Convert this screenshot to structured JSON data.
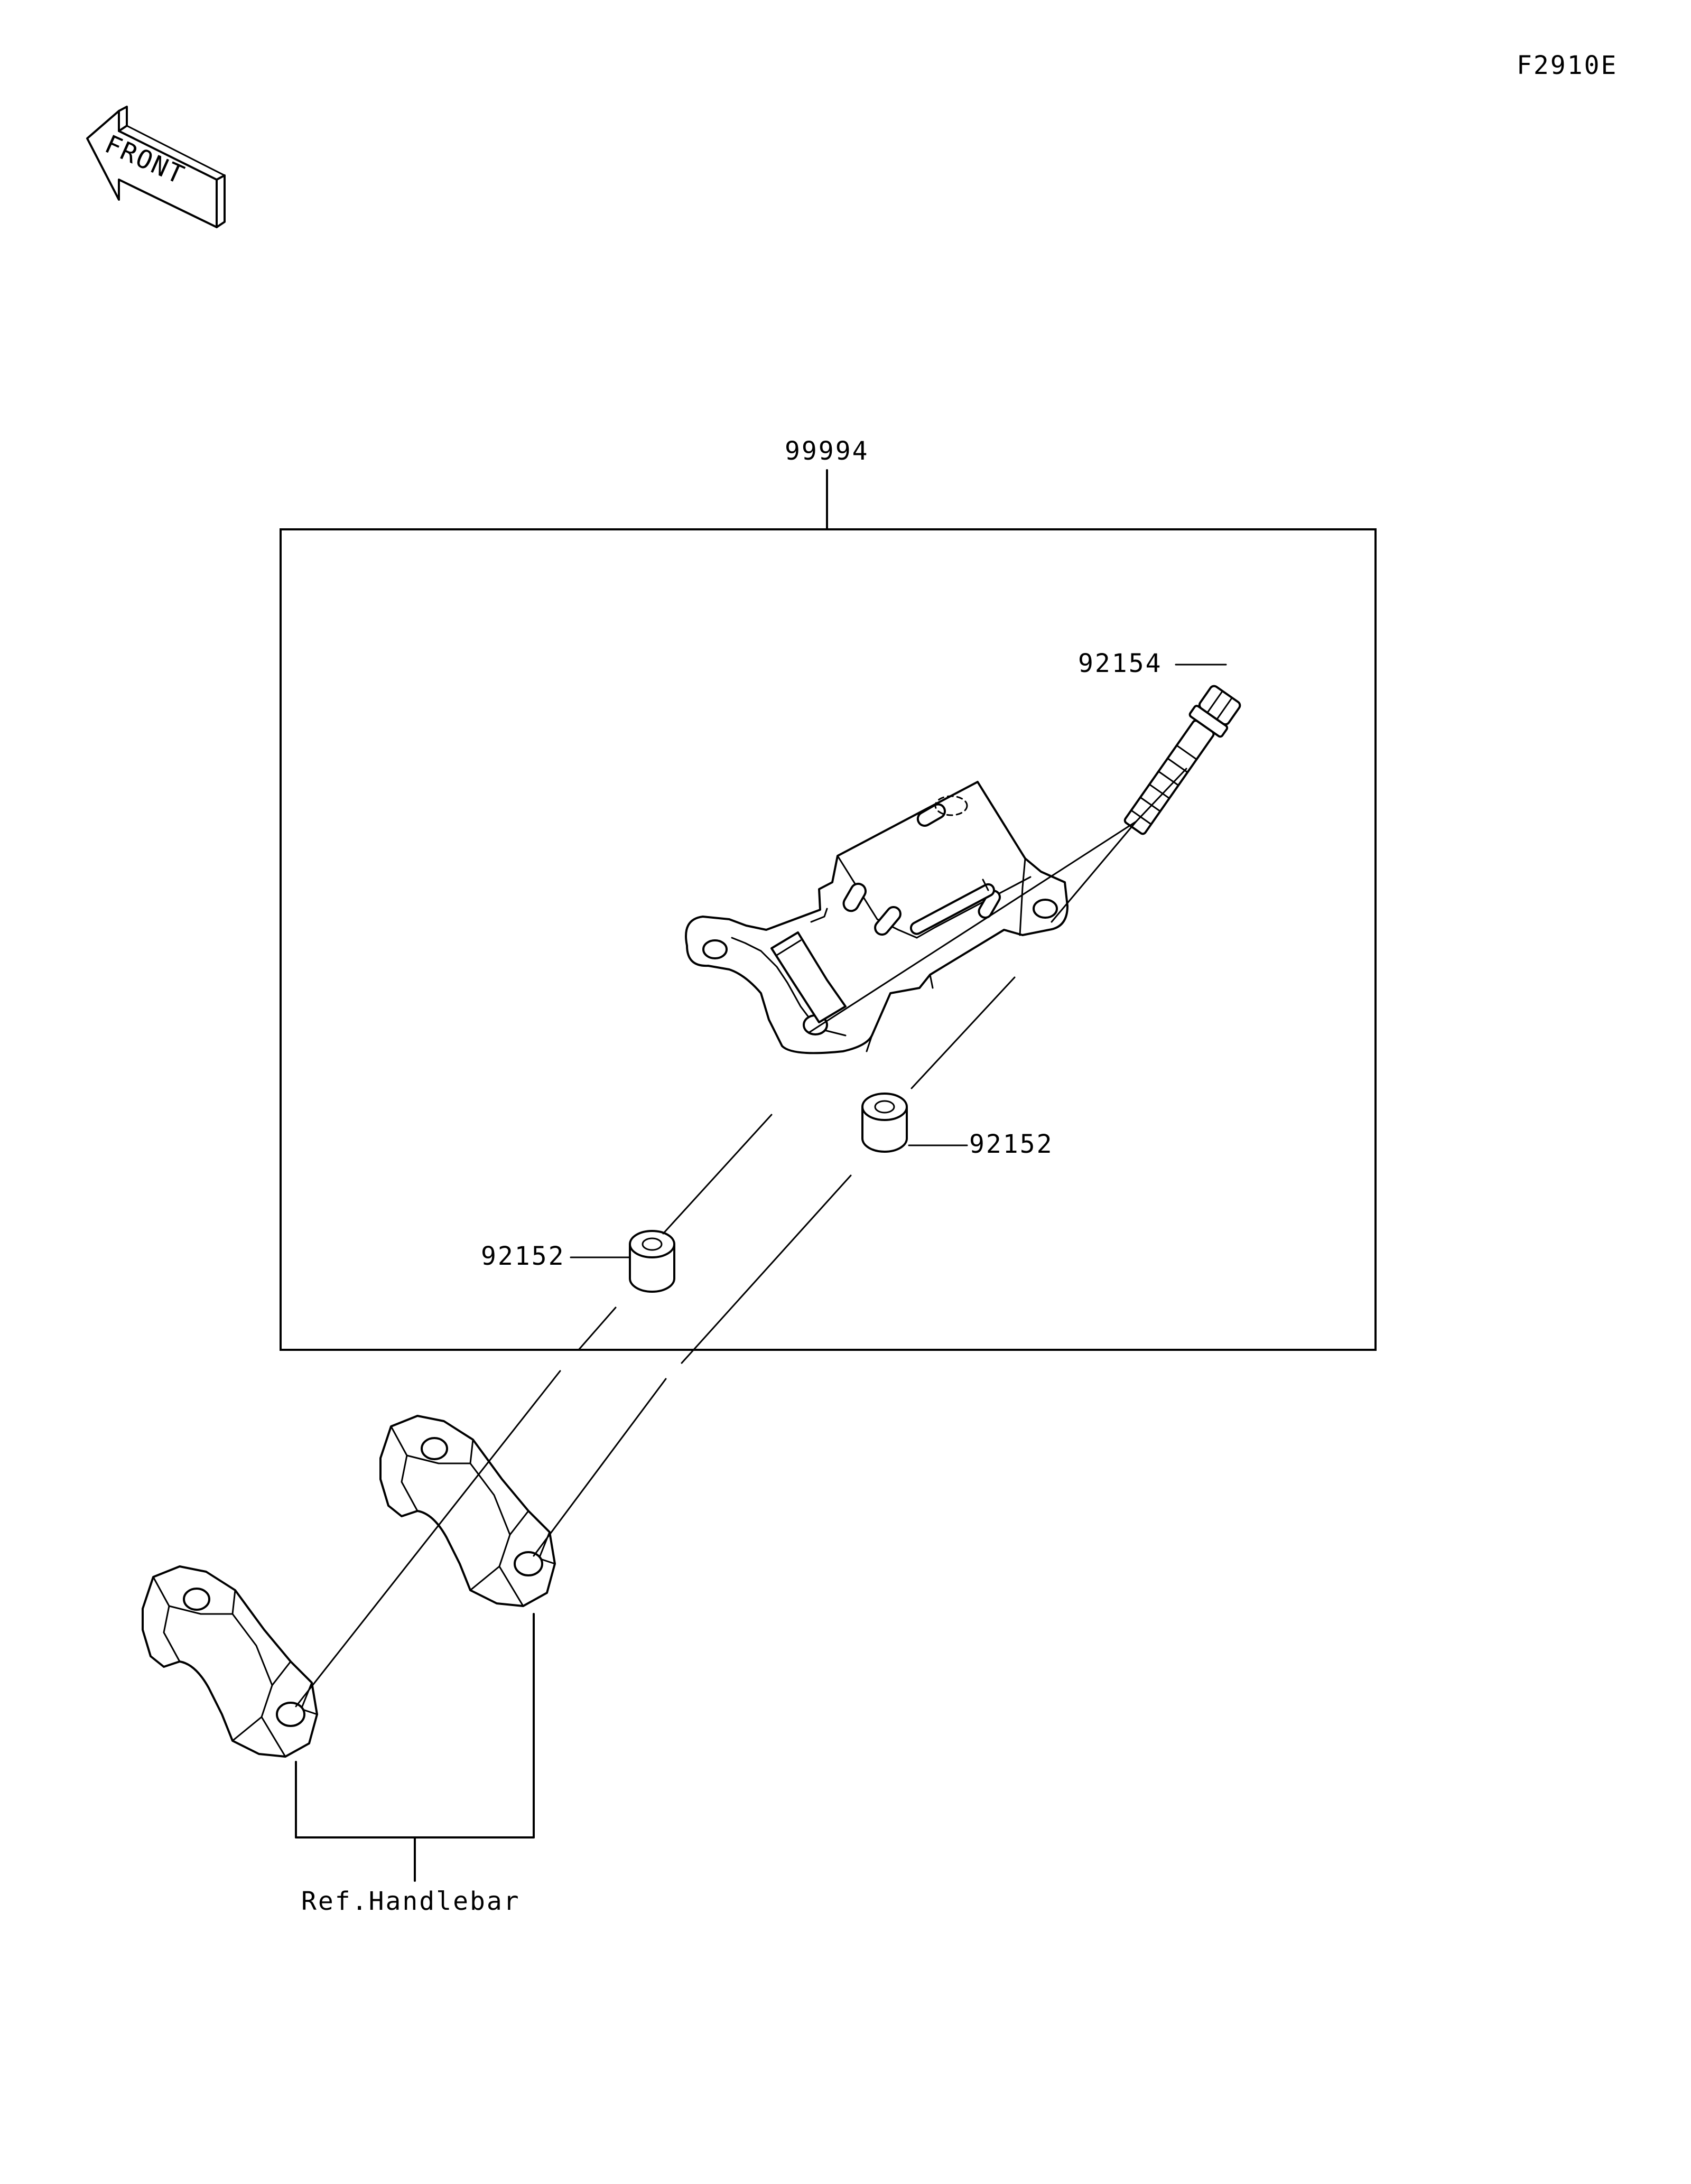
{
  "figure_code": "F2910E",
  "front_arrow": {
    "text": "FRONT",
    "icon": "front-direction-arrow-icon"
  },
  "kit_label": "99994",
  "callouts": {
    "bolt": "92154",
    "collar_right": "92152",
    "collar_left": "92152",
    "reference": "Ref.Handlebar"
  }
}
